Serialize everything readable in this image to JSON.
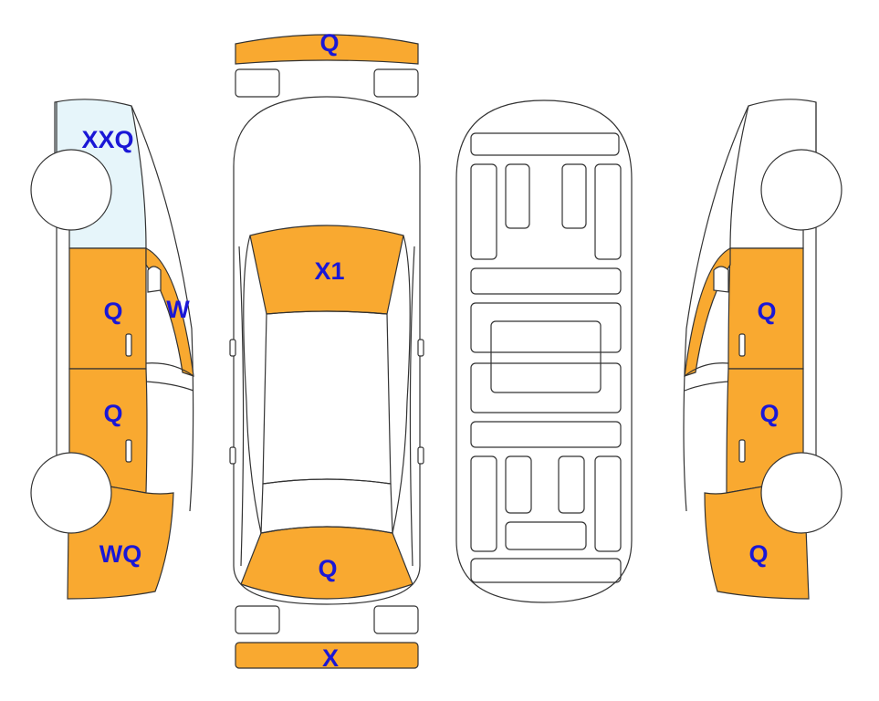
{
  "colors": {
    "damage_fill": "#F9A930",
    "glass_fill": "#E6F5FA",
    "outline": "#333333",
    "label": "#1A17D6",
    "background": "#FFFFFF"
  },
  "labels": {
    "front_bumper": "Q",
    "rear_bumper": "X",
    "hood": "X1",
    "trunk": "Q",
    "left_windshield": "XXQ",
    "left_pillar": "W",
    "left_front_door": "Q",
    "left_rear_door": "Q",
    "left_rear_quarter": "WQ",
    "right_front_door": "Q",
    "right_rear_door": "Q",
    "right_rear_quarter": "Q"
  }
}
